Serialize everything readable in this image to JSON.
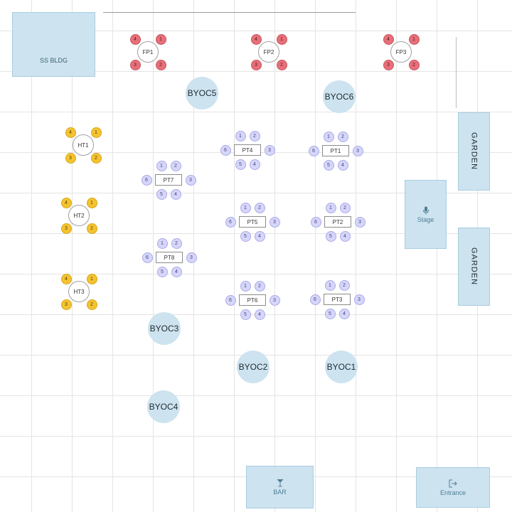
{
  "colors": {
    "grid": "#e4e4e4",
    "area_fill": "#cde3ef",
    "fp_chair": "#e6707a",
    "ht_chair": "#f4c330",
    "pt_chair": "#d6d6fb"
  },
  "areas": {
    "ss_bldg": "SS BLDG",
    "garden_top": "GARDEN",
    "garden_bottom": "GARDEN",
    "stage": {
      "label": "Stage",
      "icon": "microphone-icon"
    },
    "bar": {
      "label": "BAR",
      "icon": "cocktail-icon"
    },
    "entrance": {
      "label": "Entrance",
      "icon": "exit-door-icon"
    }
  },
  "byoc": [
    {
      "id": "byoc5",
      "label": "BYOC5"
    },
    {
      "id": "byoc6",
      "label": "BYOC6"
    },
    {
      "id": "byoc3",
      "label": "BYOC3"
    },
    {
      "id": "byoc2",
      "label": "BYOC2"
    },
    {
      "id": "byoc1",
      "label": "BYOC1"
    },
    {
      "id": "byoc4",
      "label": "BYOC4"
    }
  ],
  "round_tables": [
    {
      "label": "FP1",
      "color": "red",
      "seats": [
        "4",
        "1",
        "3",
        "2"
      ]
    },
    {
      "label": "FP2",
      "color": "red",
      "seats": [
        "4",
        "1",
        "3",
        "2"
      ]
    },
    {
      "label": "FP3",
      "color": "red",
      "seats": [
        "4",
        "1",
        "3",
        "2"
      ]
    },
    {
      "label": "HT1",
      "color": "yellow",
      "seats": [
        "4",
        "1",
        "3",
        "2"
      ]
    },
    {
      "label": "HT2",
      "color": "yellow",
      "seats": [
        "4",
        "1",
        "3",
        "2"
      ]
    },
    {
      "label": "HT3",
      "color": "yellow",
      "seats": [
        "4",
        "1",
        "3",
        "2"
      ]
    }
  ],
  "rect_tables": [
    {
      "label": "PT4",
      "seats": [
        "1",
        "2",
        "6",
        "3",
        "5",
        "4"
      ]
    },
    {
      "label": "PT1",
      "seats": [
        "1",
        "2",
        "6",
        "3",
        "5",
        "4"
      ]
    },
    {
      "label": "PT7",
      "seats": [
        "1",
        "2",
        "6",
        "3",
        "5",
        "4"
      ]
    },
    {
      "label": "PT5",
      "seats": [
        "1",
        "2",
        "6",
        "3",
        "5",
        "4"
      ]
    },
    {
      "label": "PT2",
      "seats": [
        "1",
        "2",
        "6",
        "3",
        "5",
        "4"
      ]
    },
    {
      "label": "PT8",
      "seats": [
        "1",
        "2",
        "6",
        "3",
        "5",
        "4"
      ]
    },
    {
      "label": "PT6",
      "seats": [
        "1",
        "2",
        "6",
        "3",
        "5",
        "4"
      ]
    },
    {
      "label": "PT3",
      "seats": [
        "1",
        "2",
        "6",
        "3",
        "5",
        "4"
      ]
    }
  ]
}
